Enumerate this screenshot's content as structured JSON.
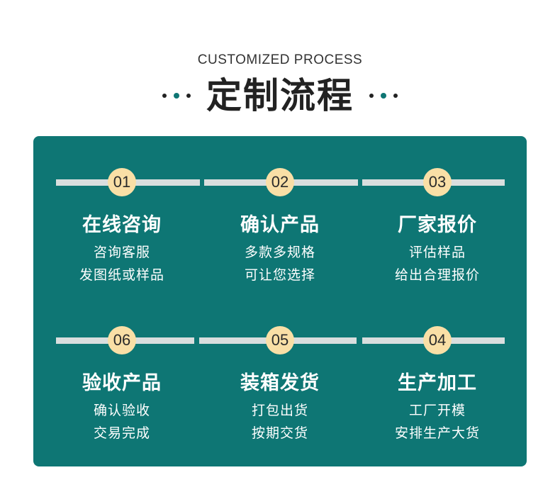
{
  "header": {
    "subtitle": "CUSTOMIZED PROCESS",
    "title": "定制流程"
  },
  "colors": {
    "panel": "#0e7674",
    "badge": "#f9dfa6",
    "track": "#d9dede",
    "accent_dot": "#0e7674"
  },
  "steps": [
    {
      "number": "01",
      "title": "在线咨询",
      "lines": [
        "咨询客服",
        "发图纸或样品"
      ]
    },
    {
      "number": "02",
      "title": "确认产品",
      "lines": [
        "多款多规格",
        "可让您选择"
      ]
    },
    {
      "number": "03",
      "title": "厂家报价",
      "lines": [
        "评估样品",
        "给出合理报价"
      ]
    },
    {
      "number": "04",
      "title": "生产加工",
      "lines": [
        "工厂开模",
        "安排生产大货"
      ]
    },
    {
      "number": "05",
      "title": "装箱发货",
      "lines": [
        "打包出货",
        "按期交货"
      ]
    },
    {
      "number": "06",
      "title": "验收产品",
      "lines": [
        "确认验收",
        "交易完成"
      ]
    }
  ]
}
